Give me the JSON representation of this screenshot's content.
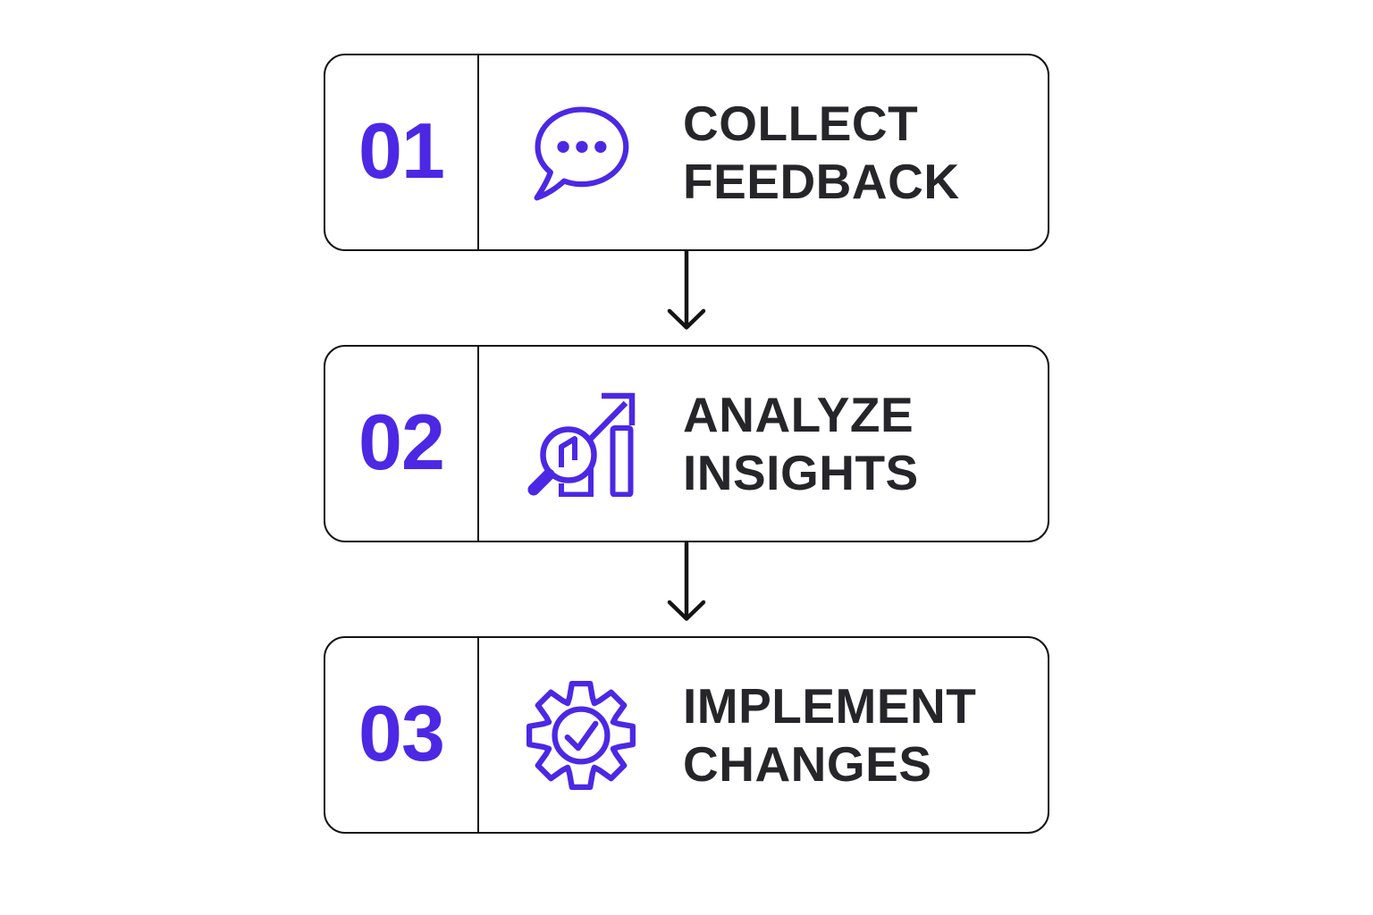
{
  "diagram": {
    "type": "vertical-process-flow",
    "step_count": 3,
    "steps": [
      {
        "number": "01",
        "line1": "COLLECT",
        "line2": "FEEDBACK",
        "icon": "chat-bubble-icon"
      },
      {
        "number": "02",
        "line1": "ANALYZE",
        "line2": "INSIGHTS",
        "icon": "magnifier-growth-chart-icon"
      },
      {
        "number": "03",
        "line1": "IMPLEMENT",
        "line2": "CHANGES",
        "icon": "gear-checkmark-icon"
      }
    ],
    "connectors": [
      {
        "from": "01",
        "to": "02",
        "type": "arrow-down"
      },
      {
        "from": "02",
        "to": "03",
        "type": "arrow-down"
      }
    ],
    "colors": {
      "accent_purple": "#4C28E4",
      "title_text": "#26262A",
      "outline_black": "#141414",
      "background": "#FFFFFF"
    }
  }
}
